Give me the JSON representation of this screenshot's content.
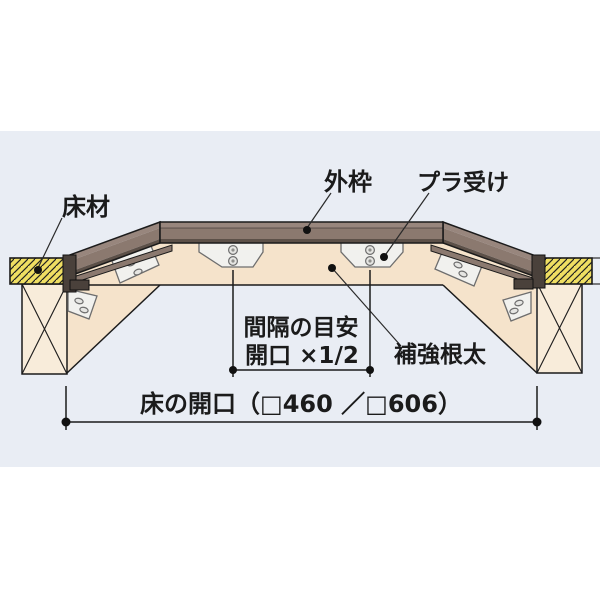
{
  "diagram": {
    "title_context": "floor-opening-frame-cross-section",
    "labels": {
      "floor_material": "床材",
      "outer_frame": "外枠",
      "plastic_receiver": "プラ受け",
      "spacing_guide_line1": "間隔の目安",
      "spacing_guide_line2": "開口 ×1/2",
      "reinforcement_joist": "補強根太",
      "floor_opening": "床の開口（□460 ／□606）"
    },
    "dimensions": {
      "floor_opening_sizes": [
        "□460",
        "□606"
      ],
      "spacing_rule": "開口 ×1/2"
    },
    "colors": {
      "background_panel": "#e9edf4",
      "wood_tan": "#f5e3cb",
      "wood_tan_light": "#f8ecda",
      "frame_brown": "#8b796f",
      "frame_brown_light": "#98867d",
      "frame_brown_dark": "#5c5048",
      "frame_end_dark": "#4a413b",
      "floor_yellow": "#efde62",
      "bracket_white": "#f1f1ee",
      "line_black": "#1b1b1b"
    }
  }
}
